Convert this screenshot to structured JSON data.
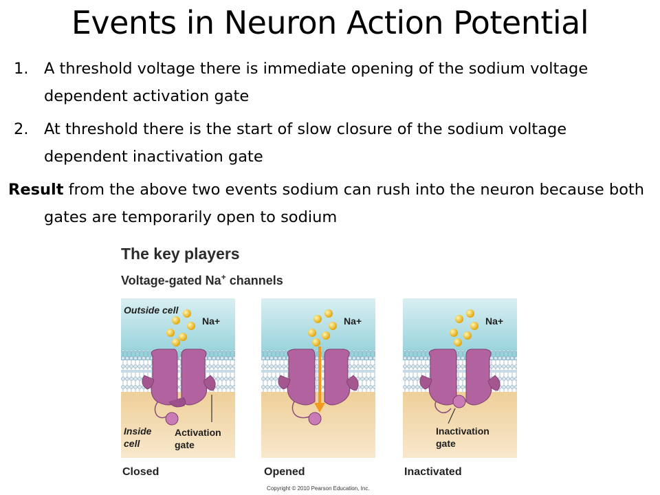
{
  "slide": {
    "title": "Events in Neuron Action Potential",
    "items": [
      {
        "number": "1.",
        "text": "A threshold voltage there is immediate opening of the sodium voltage dependent activation gate"
      },
      {
        "number": "2.",
        "text": "At threshold there is the start of slow closure of the sodium voltage dependent inactivation gate"
      }
    ],
    "result_label": "Result",
    "result_text": " from the above two events sodium can rush into the neuron because both gates are temporarily open to sodium"
  },
  "figure": {
    "heading": "The key players",
    "subheading_prefix": "Voltage-gated Na",
    "subheading_sup": "+",
    "subheading_suffix": " channels",
    "outside_label": "Outside cell",
    "inside_label": "Inside cell",
    "ion_label": "Na+",
    "activation_gate_label": "Activation gate",
    "inactivation_gate_label": "Inactivation gate",
    "states": [
      "Closed",
      "Opened",
      "Inactivated"
    ],
    "copyright": "Copyright © 2010 Pearson Education, Inc.",
    "colors": {
      "outside": "#a9dbe1",
      "inside": "#f1d6a4",
      "channel": "#b2639f",
      "arrow": "#f19a1f",
      "ion": "#f5b800"
    }
  }
}
